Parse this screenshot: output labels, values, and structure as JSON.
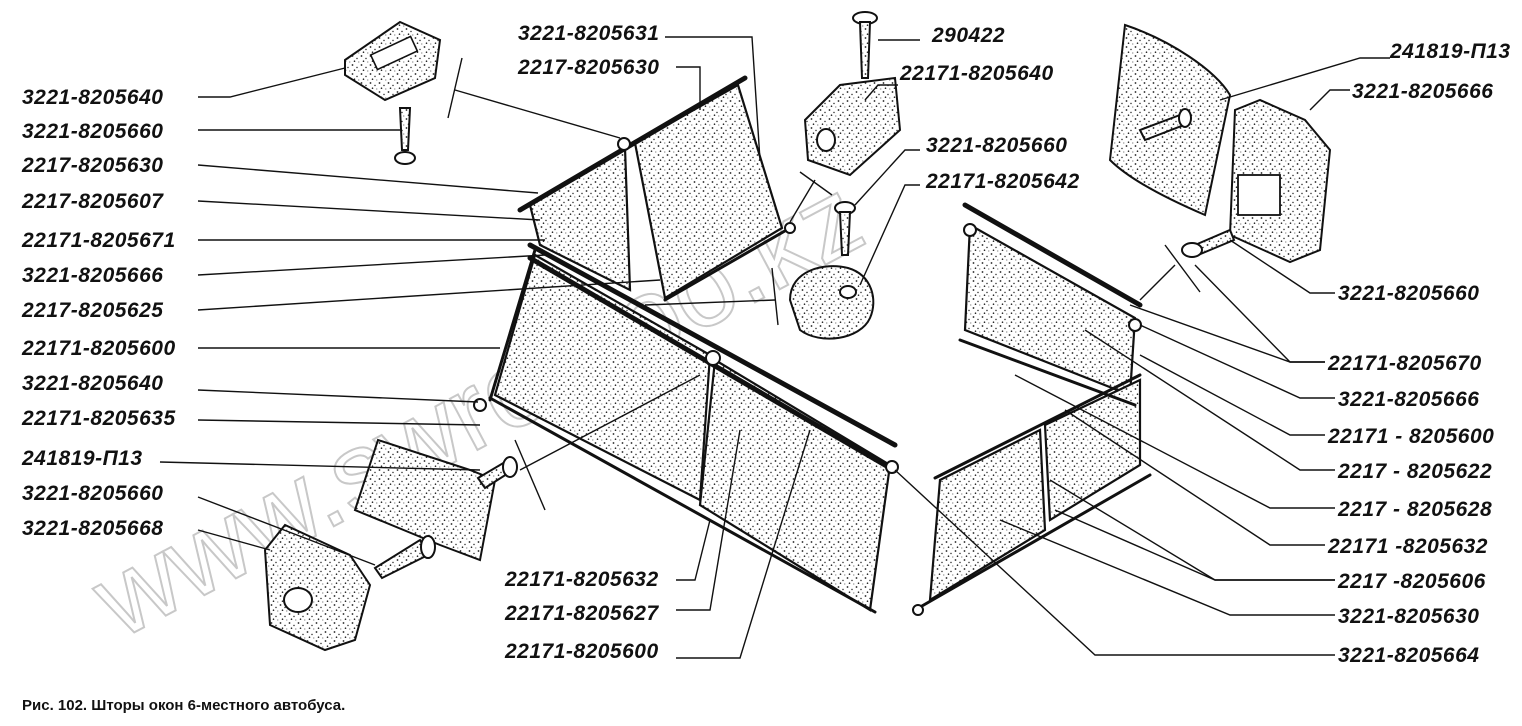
{
  "caption": "Рис. 102. Шторы окон 6-местного автобуса.",
  "watermark": "www.swrontoo.kz",
  "labels": {
    "l01": "3221-8205640",
    "l02": "3221-8205660",
    "l03": "2217-8205630",
    "l04": "2217-8205607",
    "l05": "22171-8205671",
    "l06": "3221-8205666",
    "l07": "2217-8205625",
    "l08": "22171-8205600",
    "l09": "3221-8205640",
    "l10": "22171-8205635",
    "l11": "241819-П13",
    "l12": "3221-8205660",
    "l13": "3221-8205668",
    "t01": "3221-8205631",
    "t02": "2217-8205630",
    "t03": "290422",
    "t04": "22171-8205640",
    "t05": "3221-8205660",
    "t06": "22171-8205642",
    "b01": "22171-8205632",
    "b02": "22171-8205627",
    "b03": "22171-8205600",
    "r01": "241819-П13",
    "r02": "3221-8205666",
    "r03": "3221-8205660",
    "r04": "22171-8205670",
    "r05": "3221-8205666",
    "r06": "22171 - 8205600",
    "r07": "2217 - 8205622",
    "r08": "2217 - 8205628",
    "r09": "22171 -8205632",
    "r10": "2217 -8205606",
    "r11": "3221-8205630",
    "r12": "3221-8205664"
  }
}
